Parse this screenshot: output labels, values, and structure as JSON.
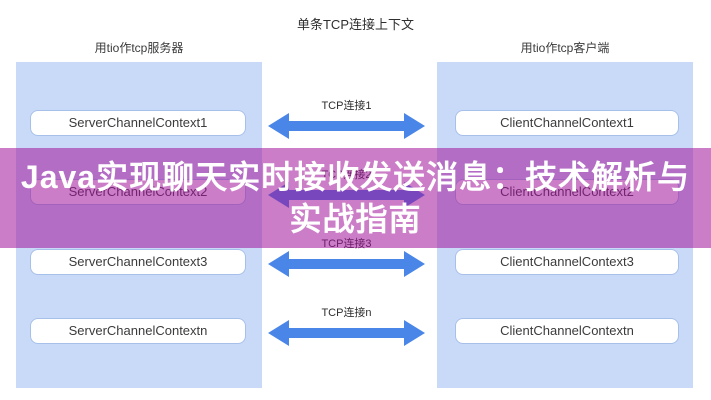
{
  "diagram": {
    "title": "单条TCP连接上下文"
  },
  "server": {
    "label": "用tio作tcp服务器",
    "nodes": [
      "ServerChannelContext1",
      "ServerChannelContext2",
      "ServerChannelContext3",
      "ServerChannelContextn"
    ]
  },
  "client": {
    "label": "用tio作tcp客户端",
    "nodes": [
      "ClientChannelContext1",
      "ClientChannelContext2",
      "ClientChannelContext3",
      "ClientChannelContextn"
    ]
  },
  "connections": [
    "TCP连接1",
    "TCP连接2",
    "TCP连接3",
    "TCP连接n"
  ],
  "overlay": {
    "line1": "Java实现聊天实时接收发送消息：技术解析与",
    "line2": "实战指南",
    "text_color": "#ffffff",
    "band_color": "rgba(161,20,153,0.55)"
  },
  "colors": {
    "container_fill": "#c9daf8",
    "node_fill": "#ffffff",
    "node_border": "#a7c0ea",
    "arrow": "#4a86e8",
    "background": "#ffffff"
  }
}
